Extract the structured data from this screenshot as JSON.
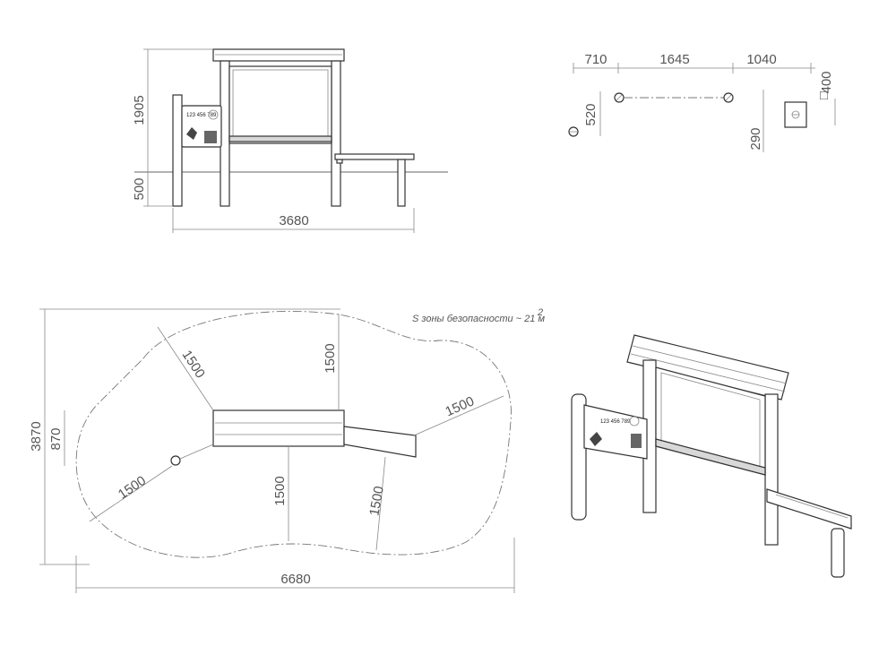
{
  "front_view": {
    "height_above_ground": "1905",
    "depth_below_ground": "500",
    "total_width": "3680"
  },
  "top_view_posts": {
    "spacing_left": "710",
    "spacing_middle": "1645",
    "spacing_right": "1040",
    "offset_vertical": "520",
    "bench_offset": "290",
    "foundation_size": "400",
    "square_symbol": "□"
  },
  "safety_zone": {
    "label": "S зоны безопасности ~ 21 м",
    "label_superscript": "2",
    "total_height": "3870",
    "inner_height": "870",
    "total_width": "6680",
    "radius_labels": [
      "1500",
      "1500",
      "1500",
      "1500",
      "1500",
      "1500"
    ]
  },
  "board_numbers": "123 456 789"
}
